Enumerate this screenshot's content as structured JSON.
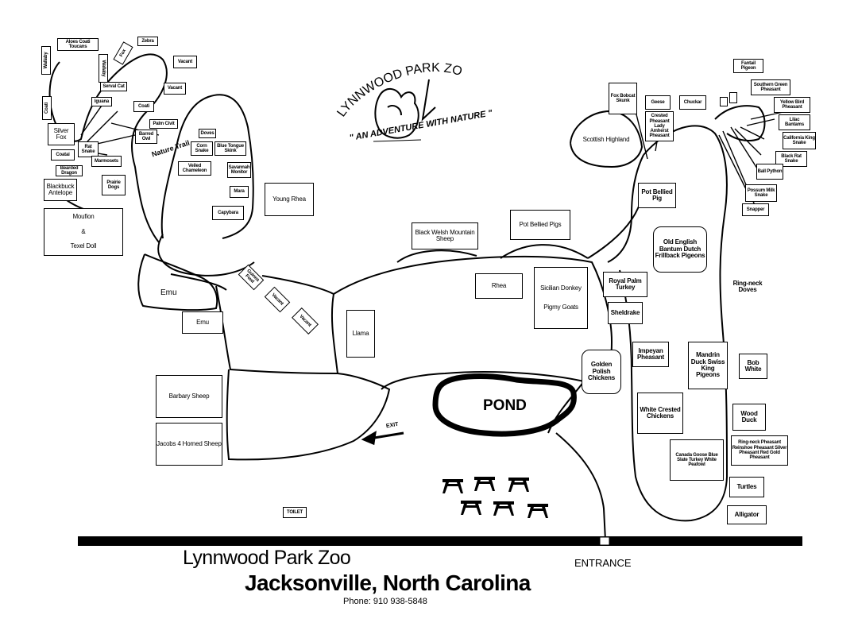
{
  "logo": {
    "name": "LYNNWOOD PARK ZOO",
    "slogan": "\" AN ADVENTURE WITH NATURE \""
  },
  "footer": {
    "zoo_name": "Lynnwood Park Zoo",
    "location": "Jacksonville, North Carolina",
    "phone": "Phone:  910 938-5848",
    "entrance": "ENTRANCE"
  },
  "pond": "POND",
  "exit": "EXIT",
  "toilet": "TOILET",
  "trail": "Nature Trail",
  "exhibits": {
    "aloes_coati": "Aloes Coati Toucans",
    "zebra": "Zebra",
    "vacant1": "Vacant",
    "fox_ne": "Fox",
    "wallaby": "Wallaby",
    "serval_cat": "Serval Cat",
    "iguana": "Iguana",
    "coati": "Coati",
    "vacant2": "Vacant",
    "palm_civit": "Palm Civit",
    "barred_owl": "Barred Owl",
    "silver_fox": "Silver Fox",
    "rat_snake": "Rat Snake",
    "coatai": "Coatai",
    "marmosets": "Marmosets",
    "bearded_dragon": "Bearded Dragon",
    "blackbuck": "Blackbuck Antelope",
    "prairie_dogs": "Prairie Dogs",
    "moufion": "Moufion",
    "amp": "&",
    "texel": "Texel Doll",
    "dove": "Doves",
    "corn_snake": "Corn Snake",
    "blue_tongue": "Blue Tongue Skink",
    "veiled_chameleon": "Veiled Chameleon",
    "savannah": "Savannah Monitor",
    "mara": "Mara",
    "capybara": "Capybara",
    "young_rhea": "Young Rhea",
    "black_welsh": "Black Welsh Mountain Sheep",
    "pot_bellied_pigs": "Pot Bellied Pigs",
    "emu1": "Emu",
    "emu2": "Emu",
    "guinea_fowl": "Guinea Fowl",
    "vacant3": "Vacant",
    "vacant4": "Vacant",
    "llama": "Llama",
    "rhea": "Rhea",
    "sicilian_donkey": "Sicilian Donkey",
    "pigmy_goats": "Pigmy Goats",
    "royal_palm": "Royal Palm Turkey",
    "sheldrake": "Sheldrake",
    "golden_polish": "Golden Polish Chickens",
    "impeyan": "Impeyan Pheasant",
    "mandarin": "Mandrin Duck Swiss King Pigeons",
    "bob_white": "Bob White",
    "white_crested": "White Crested Chickens",
    "wood_duck": "Wood Duck",
    "canada_goose": "Canada Goose Blue Slate Turkey White Peafowl",
    "ringneck_pheasant": "Ring-neck Pheasant Reinshoe Pheasant Silver Pheasant Red Gold Pheasant",
    "turtles": "Turtles",
    "alligator": "Alligator",
    "barbary": "Barbary Sheep",
    "jacobs": "Jacobs 4 Horned Sheep",
    "scottish": "Scottish Highland",
    "fox_bobcat": "Fox Bobcat Skunk",
    "geese": "Geese",
    "crested_lady": "Crested Pheasant Lady Amherst Pheasant",
    "chukar": "Chuckar",
    "pot_bellied_pig": "Pot Bellied Pig",
    "old_english": "Old English Bantum Dutch Frillback Pigeons",
    "ringneck_doves": "Ring-neck Doves",
    "fantail": "Fantail Pigeon",
    "southern_green": "Southern Green Pheasant",
    "yellow_bird": "Yellow Bird Pheasant",
    "lilac": "Lilac Bantams",
    "california": "California King Snake",
    "black_rat": "Black Rat Snake",
    "ball_python": "Ball Python",
    "possum": "Possum Milk Snake",
    "snapper": "Snapper"
  }
}
